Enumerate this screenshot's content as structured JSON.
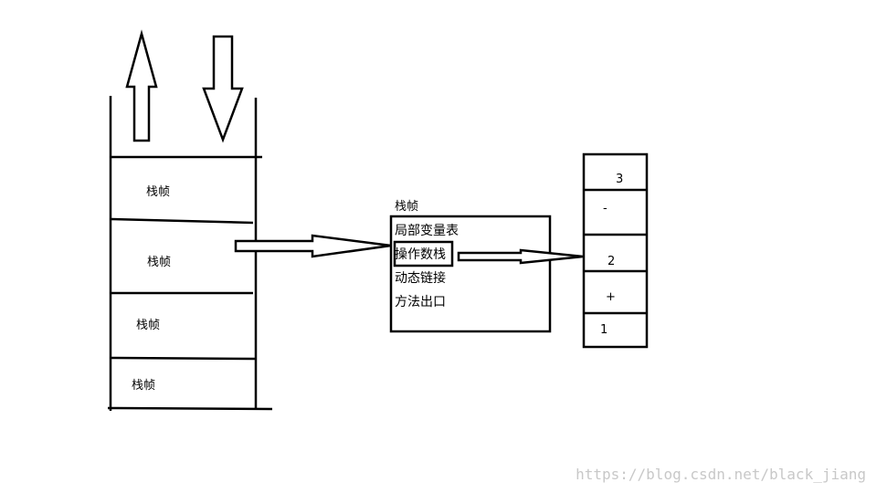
{
  "stack_frames": [
    {
      "label": "栈帧"
    },
    {
      "label": "栈帧"
    },
    {
      "label": "栈帧"
    },
    {
      "label": "栈帧"
    }
  ],
  "frame_detail": {
    "title": "栈帧",
    "items": [
      {
        "label": "局部变量表"
      },
      {
        "label": "操作数栈"
      },
      {
        "label": "动态链接"
      },
      {
        "label": "方法出口"
      }
    ]
  },
  "operand_stack": {
    "cells": [
      {
        "label": "3"
      },
      {
        "label": "-"
      },
      {
        "label": "2"
      },
      {
        "label": "+"
      },
      {
        "label": "1"
      }
    ]
  },
  "watermark": "https://blog.csdn.net/black_jiang",
  "colors": {
    "ink": "#000000",
    "watermark": "#c8c8c8",
    "background": "#ffffff"
  }
}
